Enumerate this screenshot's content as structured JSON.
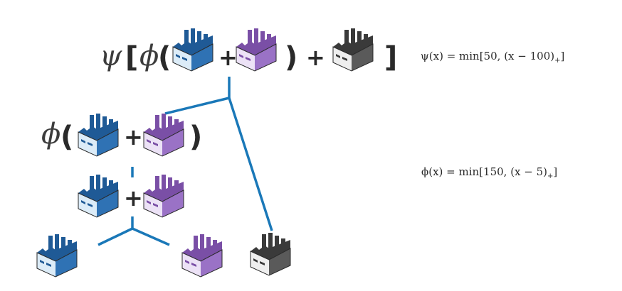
{
  "colors": {
    "blue_factory": "#1f5a96",
    "purple_factory": "#7a4fa6",
    "black_factory": "#3a3a3a",
    "connector": "#1a78b8"
  },
  "icons": {
    "factory_blue": "factory-blue-icon",
    "factory_purple": "factory-purple-icon",
    "factory_black": "factory-black-icon"
  },
  "top_expression": {
    "psi": "ψ",
    "open_bracket": "[",
    "phi": "ϕ",
    "open_paren": "(",
    "plus_inner": "+",
    "close_paren": ")",
    "plus_outer": "+",
    "close_bracket": "]"
  },
  "middle_expression": {
    "phi": "ϕ",
    "open_paren": "(",
    "plus": "+",
    "close_paren": ")"
  },
  "sum_expression": {
    "plus": "+"
  },
  "formulas": {
    "psi_lhs": "ψ(x) = min[50, (x − 100)",
    "psi_sub": "+",
    "psi_close": "]",
    "phi_lhs": "ϕ(x) = min[150, (x − 5)",
    "phi_sub": "+",
    "phi_close": "]"
  }
}
